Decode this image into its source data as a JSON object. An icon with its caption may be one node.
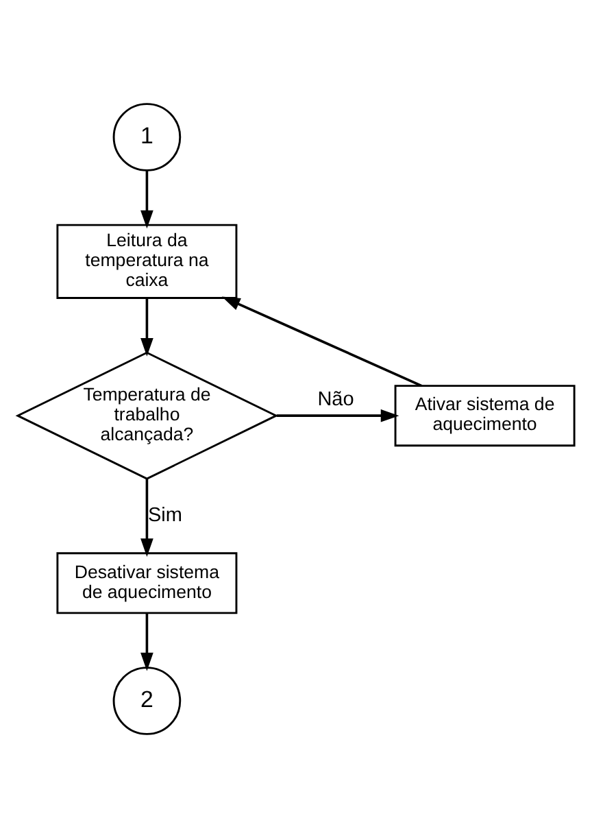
{
  "diagram": {
    "nodes": [
      {
        "text": [
          "1"
        ]
      },
      {
        "text": [
          "Leitura da temperatura na caixa"
        ]
      },
      {
        "text": [
          "Temperatura de trabalho alcançada?"
        ]
      },
      {
        "text": [
          "Ativar sistema de aquecimento"
        ]
      },
      {
        "text": [
          "Desativar sistema de aquecimento"
        ]
      },
      {
        "text": [
          "2"
        ]
      }
    ],
    "edges": [
      {
        "from": 0,
        "to": 1,
        "arrow": "to"
      },
      {
        "from": 1,
        "to": 2,
        "arrow": "to"
      },
      {
        "from": 2,
        "to": 3,
        "arrow": "to",
        "label": "Não"
      },
      {
        "from": 3,
        "to": 1,
        "arrow": "to"
      },
      {
        "from": 2,
        "to": 4,
        "arrow": "to",
        "label": "Sim"
      },
      {
        "from": 4,
        "to": 5,
        "arrow": "to"
      }
    ]
  }
}
